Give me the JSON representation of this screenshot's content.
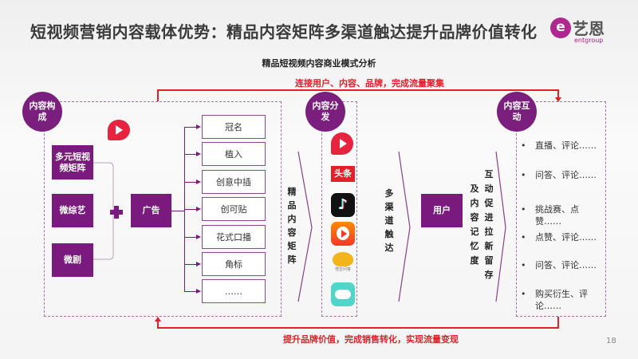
{
  "title": "短视频营销内容载体优势：精品内容矩阵多渠道触达提升品牌价值转化",
  "logo": {
    "cn": "艺恩",
    "en": "entgroup"
  },
  "subtitle": "精品短视频内容商业模式分析",
  "top_note": "连接用户、内容、品牌，完成流量聚集",
  "bottom_note": "提升品牌价值，完成销售转化，实现流量变现",
  "page_number": "18",
  "composition": {
    "badge": "内容构成",
    "sources": [
      "多元短视频矩阵",
      "微综艺",
      "微剧"
    ],
    "plus": "+",
    "ad": "广告",
    "ad_types": [
      "冠名",
      "植入",
      "创意中插",
      "创可贴",
      "花式口播",
      "角标",
      "……"
    ]
  },
  "arrow1_text": "精品内容矩阵",
  "distribution": {
    "badge": "内容分发",
    "platforms": [
      "xigua-video-icon",
      "toutiao-icon",
      "douyin-icon",
      "huoshan-icon",
      "wukong-wenda-icon",
      "other-app-icon"
    ],
    "toutiao_label": "头条",
    "wukong_label": "悟空问答"
  },
  "arrow2_text": "多渠道触达",
  "user": "用户",
  "arrow3_text_a": "及内容记忆度",
  "arrow3_text_b": "互动促进拉新留存",
  "interaction": {
    "badge": "内容互动",
    "items": [
      "直播、评论……",
      "问答、评论……",
      "挑战赛、点赞……",
      "点赞、评论……",
      "问答、评论……",
      "购买衍生、评论……"
    ]
  }
}
